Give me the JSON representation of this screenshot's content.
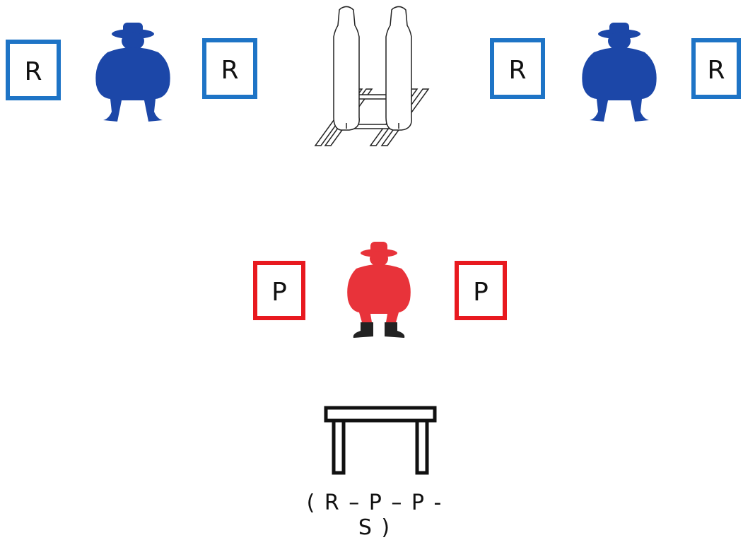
{
  "diagram": {
    "targets": {
      "rifle_box_1": "R",
      "rifle_box_2": "R",
      "rifle_box_3": "R",
      "rifle_box_4": "R",
      "pistol_box_1": "P",
      "pistol_box_2": "P"
    },
    "caption": "( R – P – P - S )",
    "colors": {
      "rifle": "#1e74c6",
      "rifle_figure": "#1c47a8",
      "pistol": "#e8191f",
      "pistol_figure": "#e8333a",
      "boots": "#222222"
    },
    "icons": [
      "cowboy-target-icon",
      "popper-target-icon",
      "table-icon"
    ]
  }
}
